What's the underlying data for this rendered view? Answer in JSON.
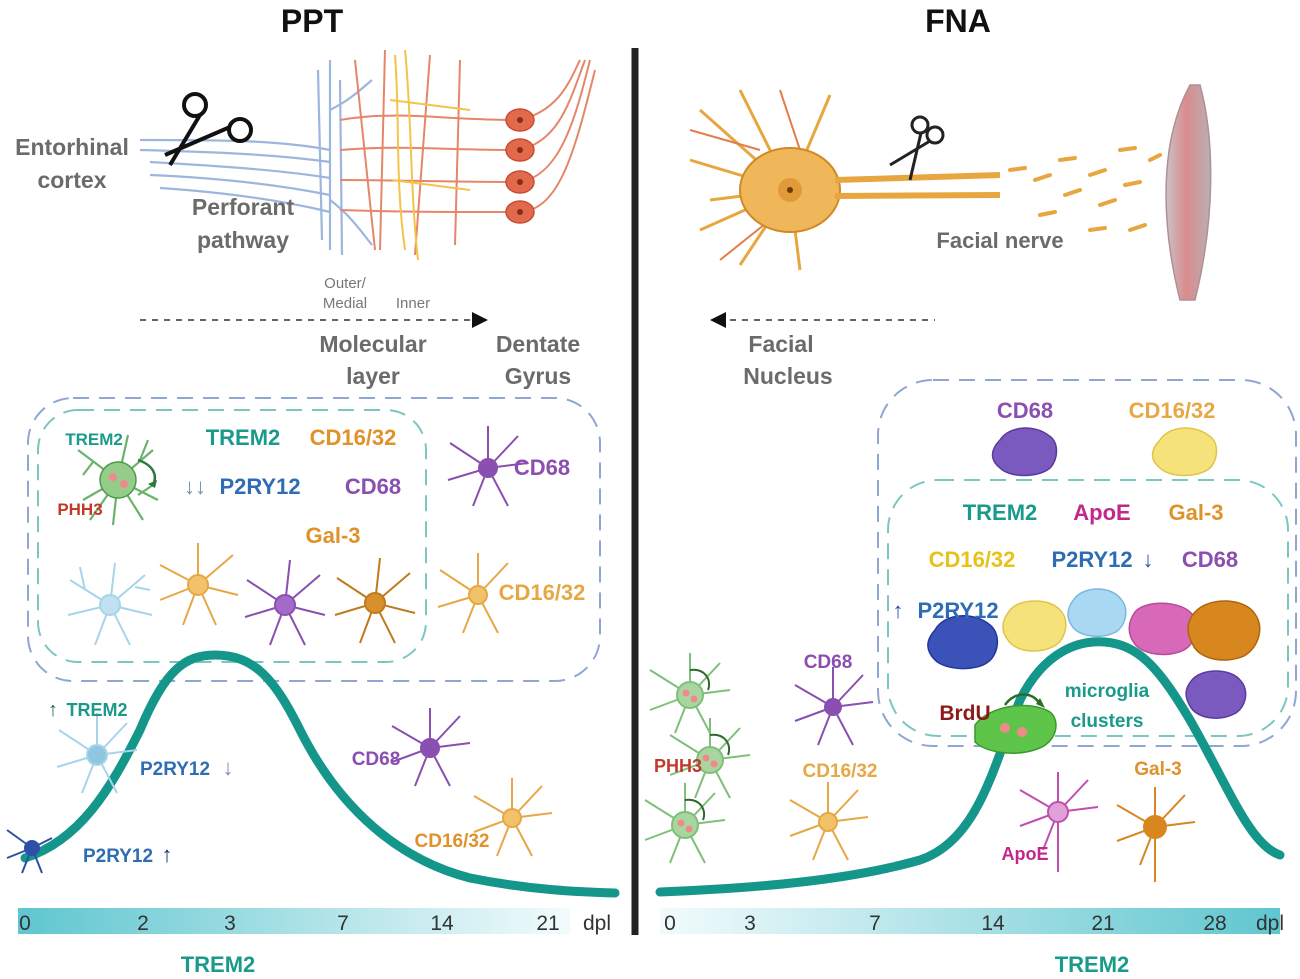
{
  "panels": {
    "left": {
      "title": "PPT"
    },
    "right": {
      "title": "FNA"
    }
  },
  "ppt": {
    "anatomy": {
      "source": [
        "Entorhinal",
        "cortex"
      ],
      "pathway": [
        "Perforant",
        "pathway"
      ],
      "outer": [
        "Outer/",
        "Medial"
      ],
      "inner": "Inner",
      "molecular": [
        "Molecular",
        "layer"
      ],
      "dentate": [
        "Dentate",
        "Gyrus"
      ]
    },
    "inner_box": {
      "trem2_small": "TREM2",
      "phh3": "PHH3",
      "trem2": "TREM2",
      "cd16": "CD16/32",
      "p2ry12": "P2RY12",
      "p2ry12_arrows": "↓↓",
      "cd68": "CD68",
      "gal3": "Gal-3"
    },
    "outer_box": {
      "cd68": "CD68",
      "cd16": "CD16/32"
    },
    "curve_labels": {
      "trem2_up": "TREM2",
      "trem2_arrow": "↑",
      "p2ry12_down": "P2RY12",
      "down_arrow": "↓",
      "p2ry12_up": "P2RY12",
      "up_arrow": "↑",
      "cd68": "CD68",
      "cd16": "CD16/32"
    },
    "timeline": {
      "ticks": [
        "0",
        "2",
        "3",
        "7",
        "14",
        "21"
      ],
      "unit": "dpl",
      "label": "TREM2"
    }
  },
  "fna": {
    "anatomy": {
      "nerve": "Facial nerve",
      "nucleus": [
        "Facial",
        "Nucleus"
      ]
    },
    "outer_box": {
      "cd68": "CD68",
      "cd16": "CD16/32"
    },
    "inner_box": {
      "trem2": "TREM2",
      "apoe": "ApoE",
      "gal3": "Gal-3",
      "cd16": "CD16/32",
      "p2ry12": "P2RY12",
      "down_arrow": "↓",
      "cd68": "CD68",
      "up_arrow": "↑",
      "p2ry12_up": "P2RY12",
      "brdu": "BrdU",
      "clusters": [
        "microglia",
        "clusters"
      ]
    },
    "labels": {
      "phh3": "PHH3",
      "cd68": "CD68",
      "cd16": "CD16/32",
      "gal3": "Gal-3",
      "apoe": "ApoE"
    },
    "timeline": {
      "ticks": [
        "0",
        "3",
        "7",
        "14",
        "21",
        "28"
      ],
      "unit": "dpl",
      "label": "TREM2"
    }
  },
  "colors": {
    "teal": "#1a9a8a",
    "curve": "#15968a",
    "blue": "#2e6db4",
    "purple": "#8a4fb0",
    "orange": "#e0922a",
    "yellow": "#e6c21a",
    "red": "#c0392b",
    "dashed_blue": "#8fa6d2",
    "dashed_teal": "#7cc6c0",
    "grey_text": "#6b6b6b"
  }
}
